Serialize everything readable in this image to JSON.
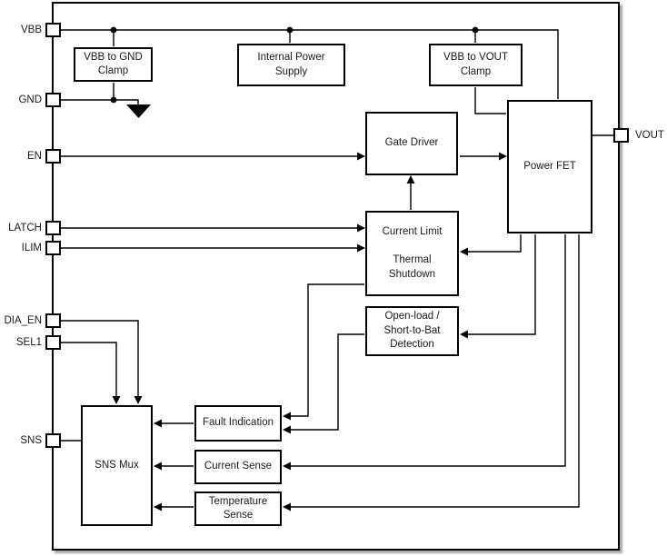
{
  "diagram": {
    "background_color": "#ffffff",
    "line_color": "#000000",
    "description": "Functional block diagram of a high-side power switch IC"
  },
  "pins": [
    {
      "id": "vbb",
      "label": "VBB",
      "side": "left"
    },
    {
      "id": "gnd",
      "label": "GND",
      "side": "left"
    },
    {
      "id": "en",
      "label": "EN",
      "side": "left"
    },
    {
      "id": "latch",
      "label": "LATCH",
      "side": "left"
    },
    {
      "id": "ilim",
      "label": "ILIM",
      "side": "left"
    },
    {
      "id": "dia_en",
      "label": "DIA_EN",
      "side": "left"
    },
    {
      "id": "sel1",
      "label": "SEL1",
      "side": "left"
    },
    {
      "id": "sns",
      "label": "SNS",
      "side": "left"
    },
    {
      "id": "vout",
      "label": "VOUT",
      "side": "right"
    }
  ],
  "blocks": [
    {
      "id": "vbb-to-gnd-clamp",
      "label": "VBB to GND\nClamp"
    },
    {
      "id": "internal-power-supply",
      "label": "Internal Power\nSupply"
    },
    {
      "id": "vbb-to-vout-clamp",
      "label": "VBB to VOUT\nClamp"
    },
    {
      "id": "gate-driver",
      "label": "Gate Driver"
    },
    {
      "id": "power-fet",
      "label": "Power FET"
    },
    {
      "id": "current-limit-thermal-shutdown",
      "label": "Current Limit\n\nThermal\nShutdown"
    },
    {
      "id": "open-load-short-to-bat-detection",
      "label": "Open-load /\nShort-to-Bat\nDetection"
    },
    {
      "id": "fault-indication",
      "label": "Fault Indication"
    },
    {
      "id": "current-sense",
      "label": "Current Sense"
    },
    {
      "id": "temperature-sense",
      "label": "Temperature\nSense"
    },
    {
      "id": "sns-mux",
      "label": "SNS Mux"
    }
  ]
}
